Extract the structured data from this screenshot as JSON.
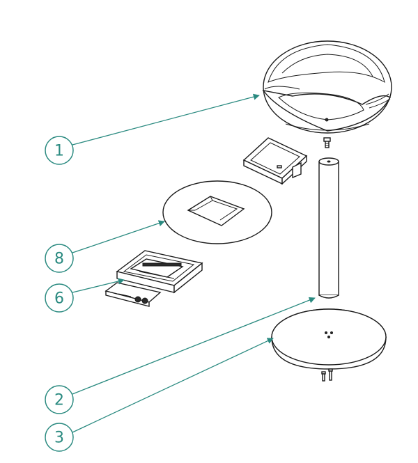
{
  "accent_color": "#2a8a80",
  "callouts": [
    {
      "id": "c1",
      "label": "1"
    },
    {
      "id": "c8",
      "label": "8"
    },
    {
      "id": "c6",
      "label": "6"
    },
    {
      "id": "c2",
      "label": "2"
    },
    {
      "id": "c3",
      "label": "3"
    }
  ],
  "parts": [
    {
      "icon": "firebowl-globe-icon"
    },
    {
      "icon": "mounting-bracket-icon"
    },
    {
      "icon": "screw-icon"
    },
    {
      "icon": "pole-icon"
    },
    {
      "icon": "fuel-tray-ring-icon"
    },
    {
      "icon": "burner-box-icon"
    },
    {
      "icon": "base-plate-icon"
    },
    {
      "icon": "bolts-icon"
    }
  ]
}
